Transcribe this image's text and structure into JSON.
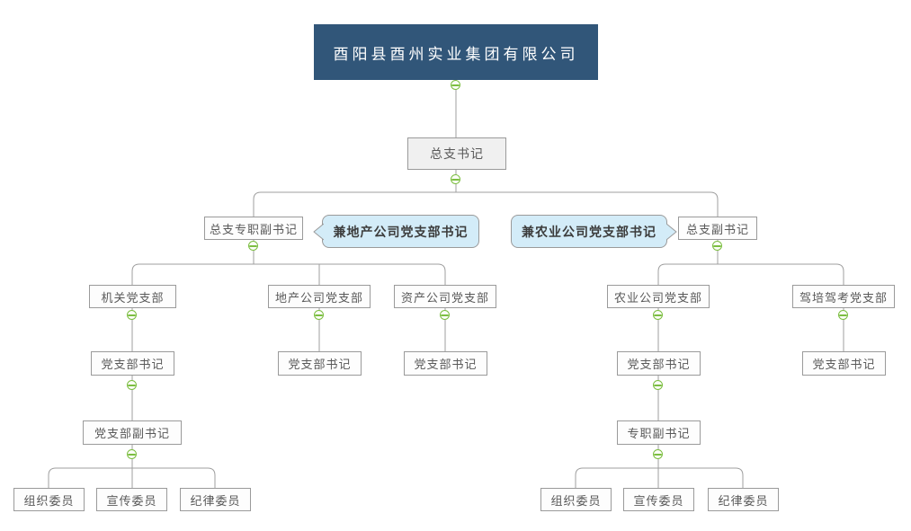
{
  "diagram": {
    "root": {
      "label": "酉阳县酉州实业集团有限公司"
    },
    "general_secretary": {
      "label": "总支书记"
    },
    "deputies": {
      "left": {
        "label": "总支专职副书记",
        "callout": "兼地产公司党支部书记"
      },
      "right": {
        "label": "总支副书记",
        "callout": "兼农业公司党支部书记"
      }
    },
    "branches": [
      {
        "name": "机关党支部",
        "secretary": "党支部书记"
      },
      {
        "name": "地产公司党支部",
        "secretary": "党支部书记"
      },
      {
        "name": "资产公司党支部",
        "secretary": "党支部书记"
      },
      {
        "name": "农业公司党支部",
        "secretary": "党支部书记"
      },
      {
        "name": "驾培驾考党支部",
        "secretary": "党支部书记"
      }
    ],
    "jiguan_subtree": {
      "deputy": "党支部副书记",
      "committees": [
        "组织委员",
        "宣传委员",
        "纪律委员"
      ]
    },
    "nongye_subtree": {
      "deputy": "专职副书记",
      "committees": [
        "组织委员",
        "宣传委员",
        "纪律委员"
      ]
    },
    "icons": {
      "collapse": "minus-circle"
    },
    "colors": {
      "root_bg": "#315679",
      "root_text": "#FFFFFF",
      "node_border": "#9A9A9A",
      "node_text": "#595959",
      "line": "#9F9F9F",
      "toggle_green": "#7CBE41",
      "callout_bg": "#D3ECF8"
    }
  }
}
